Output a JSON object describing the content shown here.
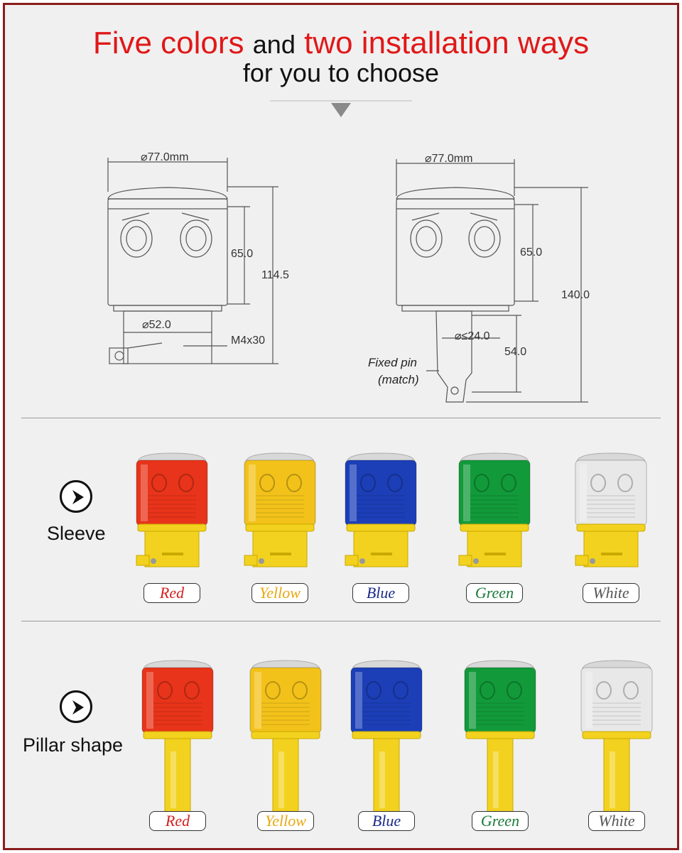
{
  "header": {
    "title_part1": "Five colors",
    "title_part2": "and",
    "title_part3": "two installation ways",
    "subtitle": "for you to choose"
  },
  "drawing_left": {
    "diameter_top": "77.0mm",
    "height_body": "65.0",
    "height_total": "114.5",
    "diameter_base": "52.0",
    "screw": "M4x30"
  },
  "drawing_right": {
    "diameter_top": "77.0mm",
    "height_body": "65.0",
    "height_total": "140.0",
    "diameter_pin": "≤24.0",
    "pin_length": "54.0",
    "pin_label_1": "Fixed pin",
    "pin_label_2": "(match)"
  },
  "rows": [
    {
      "label": "Sleeve",
      "items": [
        {
          "name": "Red",
          "color": "#e8341a",
          "text_color": "#d42020"
        },
        {
          "name": "Yellow",
          "color": "#f3c21a",
          "text_color": "#e8a810"
        },
        {
          "name": "Blue",
          "color": "#1c3fb8",
          "text_color": "#1a2a8a"
        },
        {
          "name": "Green",
          "color": "#129a3a",
          "text_color": "#1a7a3a"
        },
        {
          "name": "White",
          "color": "#e8e8e8",
          "text_color": "#555555"
        }
      ]
    },
    {
      "label": "Pillar shape",
      "items": [
        {
          "name": "Red",
          "color": "#e8341a",
          "text_color": "#d42020"
        },
        {
          "name": "Yellow",
          "color": "#f3c21a",
          "text_color": "#e8a810"
        },
        {
          "name": "Blue",
          "color": "#1c3fb8",
          "text_color": "#1a2a8a"
        },
        {
          "name": "Green",
          "color": "#129a3a",
          "text_color": "#1a7a3a"
        },
        {
          "name": "White",
          "color": "#e8e8e8",
          "text_color": "#555555"
        }
      ]
    }
  ],
  "colors": {
    "title_red": "#e01818",
    "border": "#8a1c1c",
    "base_yellow": "#f2d21e"
  }
}
